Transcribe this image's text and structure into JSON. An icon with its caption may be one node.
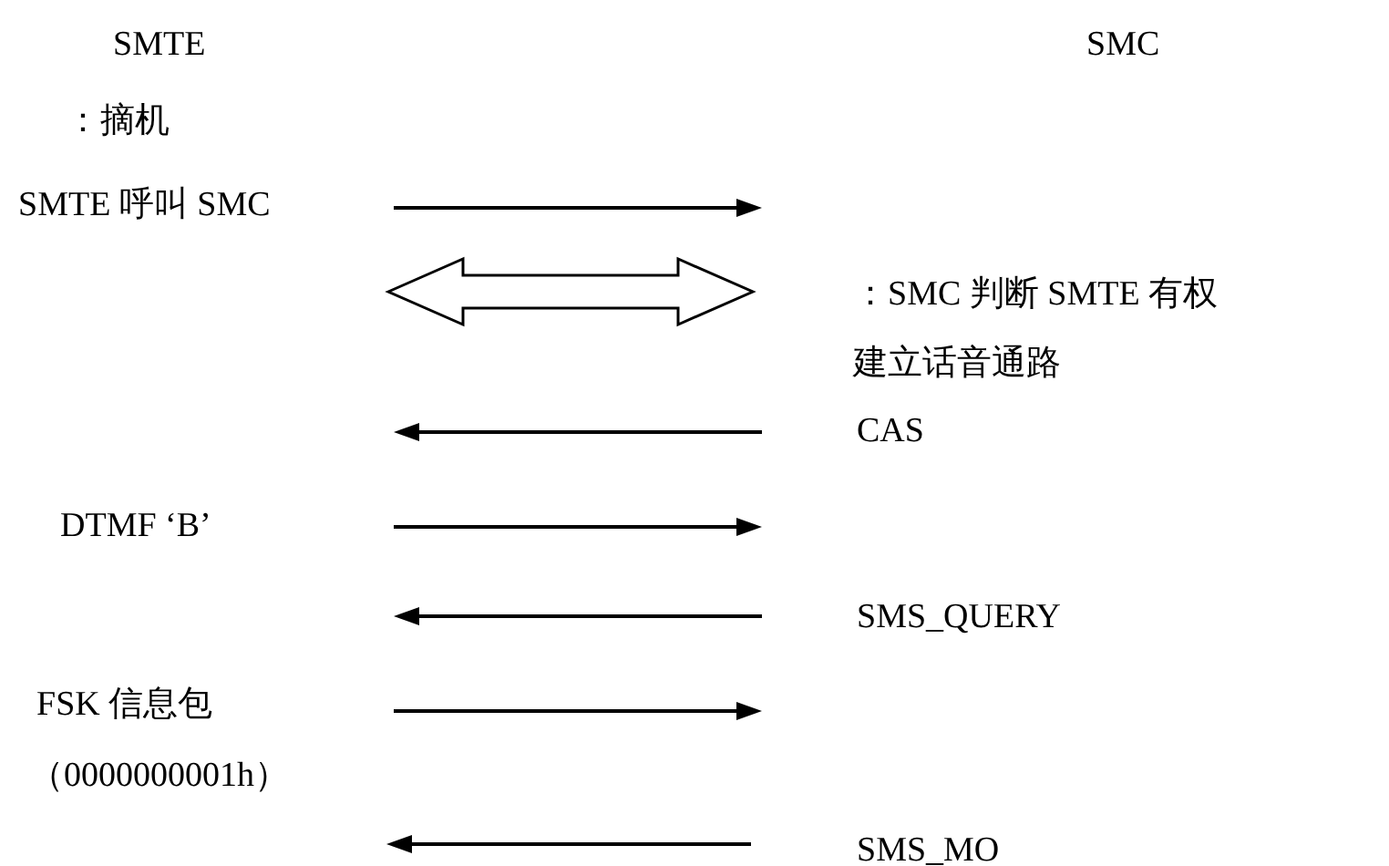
{
  "diagram": {
    "labels": [
      "SMTE",
      "SMC",
      "：摘机",
      "SMTE 呼叫 SMC",
      "：SMC 判断 SMTE 有权",
      "建立话音通路",
      "CAS",
      "DTMF ‘B’",
      "SMS_QUERY",
      "FSK 信息包",
      "（0000000001h）",
      "SMS_MO"
    ]
  }
}
